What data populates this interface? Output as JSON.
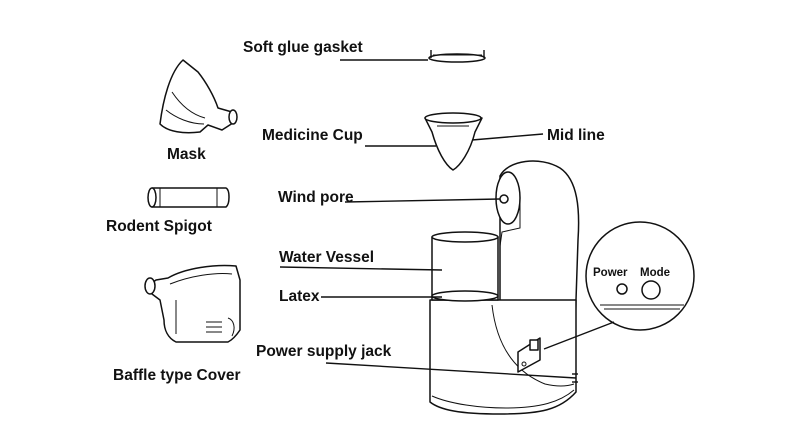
{
  "labels": {
    "soft_glue_gasket": "Soft glue gasket",
    "mask": "Mask",
    "medicine_cup": "Medicine Cup",
    "mid_line": "Mid line",
    "rodent_spigot": "Rodent Spigot",
    "wind_pore": "Wind pore",
    "water_vessel": "Water Vessel",
    "latex": "Latex",
    "power_supply_jack": "Power supply jack",
    "baffle_type_cover": "Baffle type Cover",
    "power": "Power",
    "mode": "Mode"
  }
}
